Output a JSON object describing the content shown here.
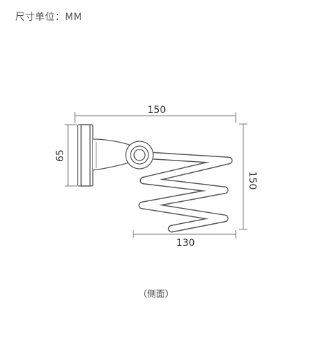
{
  "header": {
    "unit_note": "尺寸单位：MM"
  },
  "dimensions": {
    "total_width": "150",
    "coil_width": "130",
    "base_height": "65",
    "coil_height": "150"
  },
  "caption": "（侧面）",
  "colors": {
    "line": "#555555",
    "dim": "#777777",
    "text": "#333333",
    "background": "#ffffff"
  }
}
